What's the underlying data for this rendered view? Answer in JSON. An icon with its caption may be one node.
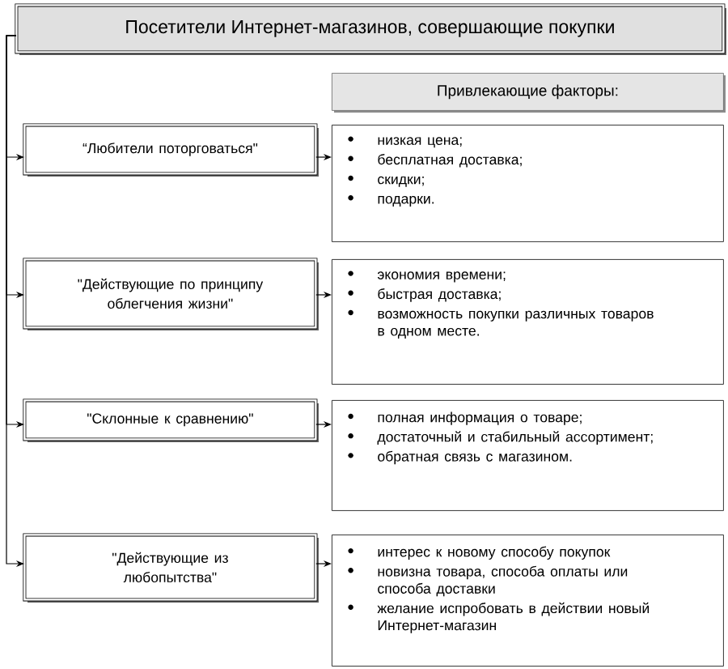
{
  "diagram": {
    "nodes": [
      {
        "text": [
          "Посетители Интернет-магазинов, совершающие покупки"
        ]
      },
      {
        "text": [
          "Привлекающие факторы:"
        ]
      },
      {
        "text": [
          "“Любители поторговаться\""
        ]
      },
      {
        "text": [
          "низкая цена;",
          "бесплатная доставка;",
          "скидки;",
          "подарки."
        ]
      },
      {
        "text": [
          "\"Действующие по принципу облегчения жизни\""
        ]
      },
      {
        "text": [
          "экономия времени;",
          "быстрая доставка;",
          "возможность покупки различных товаров в одном месте."
        ]
      },
      {
        "text": [
          "\"Склонные к сравнению\""
        ]
      },
      {
        "text": [
          "полная информация о товаре;",
          "достаточный и стабильный ассортимент;",
          "обратная связь с магазином."
        ]
      },
      {
        "text": [
          "\"Действующие из любопытства\""
        ]
      },
      {
        "text": [
          "интерес к новому способу покупок",
          "новизна товара, способа оплаты или способа доставки",
          "желание испробовать в действии новый Интернет-магазин"
        ]
      }
    ],
    "edges": [
      {
        "from": 0,
        "to": 2,
        "arrow": "to"
      },
      {
        "from": 0,
        "to": 4,
        "arrow": "to"
      },
      {
        "from": 0,
        "to": 6,
        "arrow": "to"
      },
      {
        "from": 0,
        "to": 8,
        "arrow": "to"
      },
      {
        "from": 2,
        "to": 3,
        "arrow": "to"
      },
      {
        "from": 4,
        "to": 5,
        "arrow": "to"
      },
      {
        "from": 6,
        "to": 7,
        "arrow": "to"
      },
      {
        "from": 8,
        "to": 9,
        "arrow": "to"
      }
    ]
  }
}
